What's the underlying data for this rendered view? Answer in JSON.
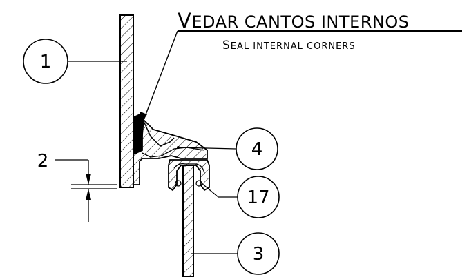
{
  "title": {
    "main_first": "V",
    "main_rest": "EDAR CANTOS INTERNOS",
    "sub_first": "S",
    "sub_rest": "EAL INTERNAL CORNERS"
  },
  "callouts": [
    {
      "id": "1",
      "label": "1"
    },
    {
      "id": "4",
      "label": "4"
    },
    {
      "id": "17",
      "label": "17"
    },
    {
      "id": "3",
      "label": "3"
    }
  ],
  "dimension": {
    "label": "2"
  },
  "colors": {
    "line": "#000000",
    "background": "#ffffff",
    "sealant": "#000000"
  }
}
